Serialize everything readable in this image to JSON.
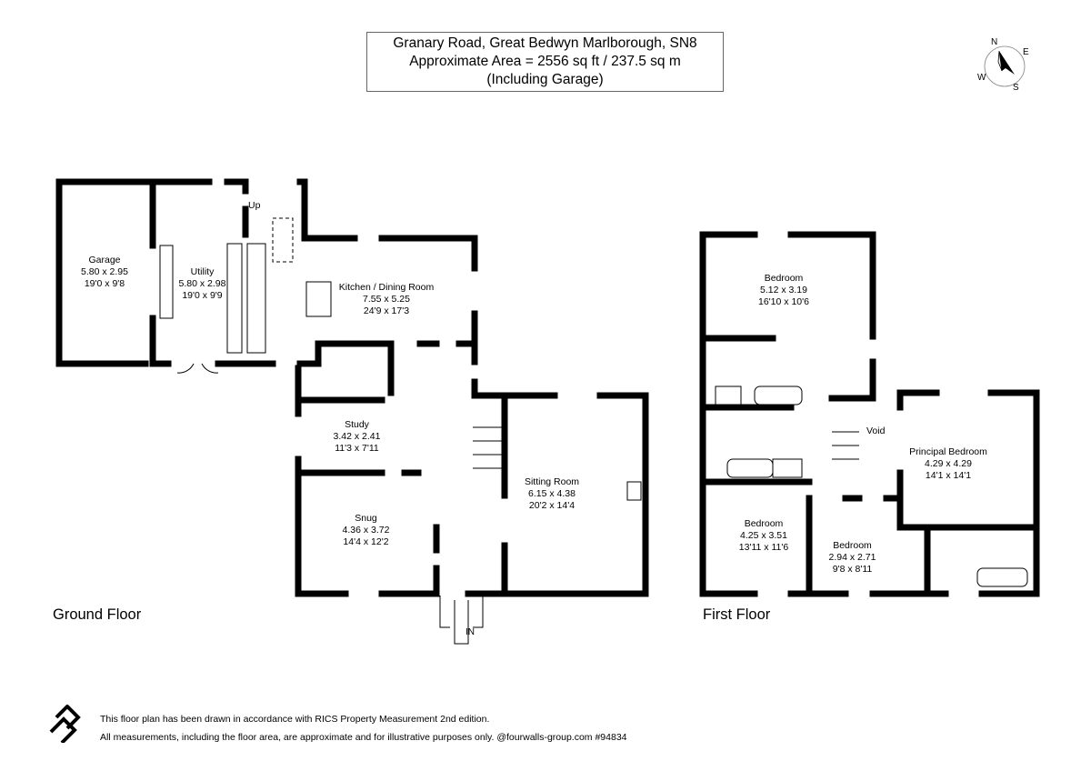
{
  "header": {
    "address": "Granary Road, Great Bedwyn Marlborough, SN8",
    "area": "Approximate Area = 2556 sq ft / 237.5 sq m",
    "note": "(Including Garage)"
  },
  "compass": {
    "n": "N",
    "e": "E",
    "s": "S",
    "w": "W"
  },
  "ground_floor": {
    "label": "Ground Floor",
    "up_label": "Up",
    "entrance_label": "IN",
    "rooms": [
      {
        "name": "Garage",
        "metric": "5.80 x 2.95",
        "imperial": "19'0 x 9'8"
      },
      {
        "name": "Utility",
        "metric": "5.80 x 2.98",
        "imperial": "19'0 x 9'9"
      },
      {
        "name": "Kitchen / Dining Room",
        "metric": "7.55 x 5.25",
        "imperial": "24'9 x 17'3"
      },
      {
        "name": "Study",
        "metric": "3.42 x 2.41",
        "imperial": "11'3 x 7'11"
      },
      {
        "name": "Snug",
        "metric": "4.36 x 3.72",
        "imperial": "14'4 x 12'2"
      },
      {
        "name": "Sitting Room",
        "metric": "6.15 x 4.38",
        "imperial": "20'2 x 14'4"
      }
    ]
  },
  "first_floor": {
    "label": "First Floor",
    "void_label": "Void",
    "rooms": [
      {
        "name": "Bedroom",
        "metric": "5.12 x 3.19",
        "imperial": "16'10 x 10'6"
      },
      {
        "name": "Principal Bedroom",
        "metric": "4.29 x 4.29",
        "imperial": "14'1 x 14'1"
      },
      {
        "name": "Bedroom",
        "metric": "4.25 x 3.51",
        "imperial": "13'11 x 11'6"
      },
      {
        "name": "Bedroom",
        "metric": "2.94 x 2.71",
        "imperial": "9'8 x 8'11"
      }
    ]
  },
  "footer": {
    "line1": "This floor plan has been drawn in accordance with RICS Property Measurement 2nd edition.",
    "line2": "All measurements, including the floor area, are approximate and for illustrative purposes only. @fourwalls-group.com #94834"
  }
}
